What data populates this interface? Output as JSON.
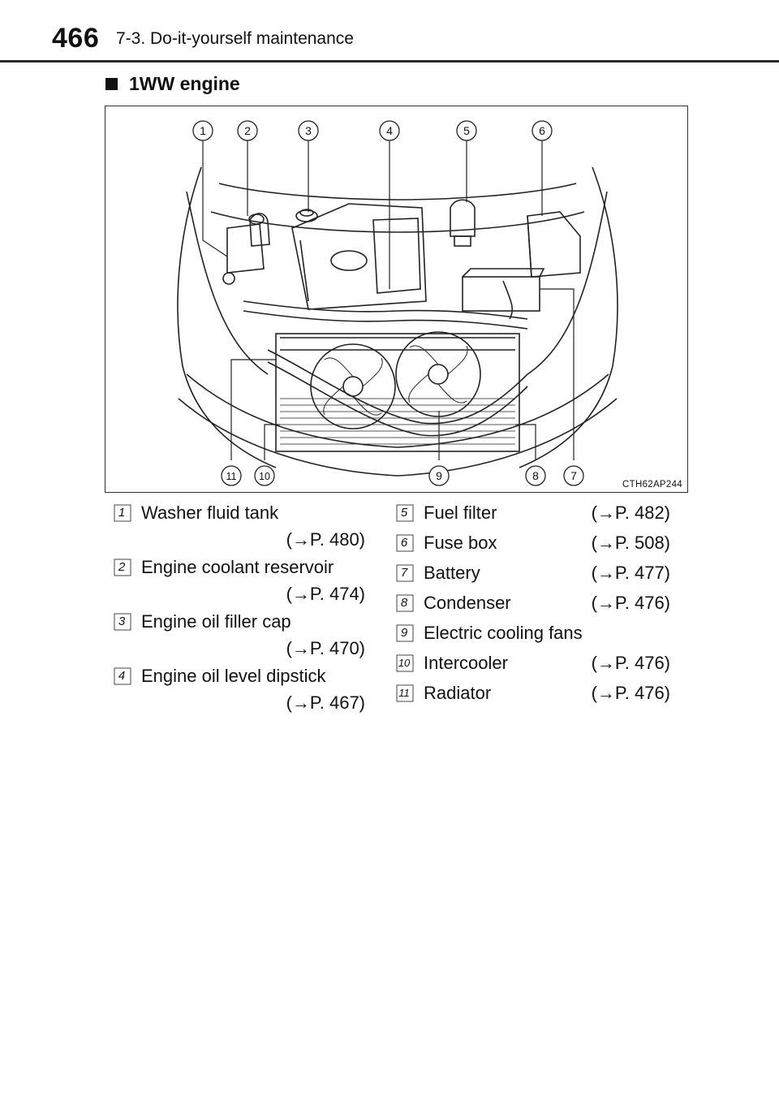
{
  "header": {
    "page_number": "466",
    "chapter": "7-3. Do-it-yourself maintenance"
  },
  "section": {
    "title": "1WW engine"
  },
  "figure": {
    "code": "CTH62AP244",
    "callouts": [
      "1",
      "2",
      "3",
      "4",
      "5",
      "6",
      "7",
      "8",
      "9",
      "10",
      "11"
    ]
  },
  "legend": {
    "left": [
      {
        "num": "1",
        "label": "Washer fluid tank",
        "ref": "(→P. 480)"
      },
      {
        "num": "2",
        "label": "Engine coolant reservoir",
        "ref": "(→P. 474)"
      },
      {
        "num": "3",
        "label": "Engine oil filler cap",
        "ref": "(→P. 470)"
      },
      {
        "num": "4",
        "label": "Engine oil level dipstick",
        "ref": "(→P. 467)"
      }
    ],
    "right": [
      {
        "num": "5",
        "label": "Fuel filter",
        "ref": "(→P. 482)"
      },
      {
        "num": "6",
        "label": "Fuse box",
        "ref": "(→P. 508)"
      },
      {
        "num": "7",
        "label": "Battery",
        "ref": "(→P. 477)"
      },
      {
        "num": "8",
        "label": "Condenser",
        "ref": "(→P. 476)"
      },
      {
        "num": "9",
        "label": "Electric cooling fans",
        "ref": ""
      },
      {
        "num": "10",
        "label": "Intercooler",
        "ref": "(→P. 476)"
      },
      {
        "num": "11",
        "label": "Radiator",
        "ref": "(→P. 476)"
      }
    ]
  }
}
